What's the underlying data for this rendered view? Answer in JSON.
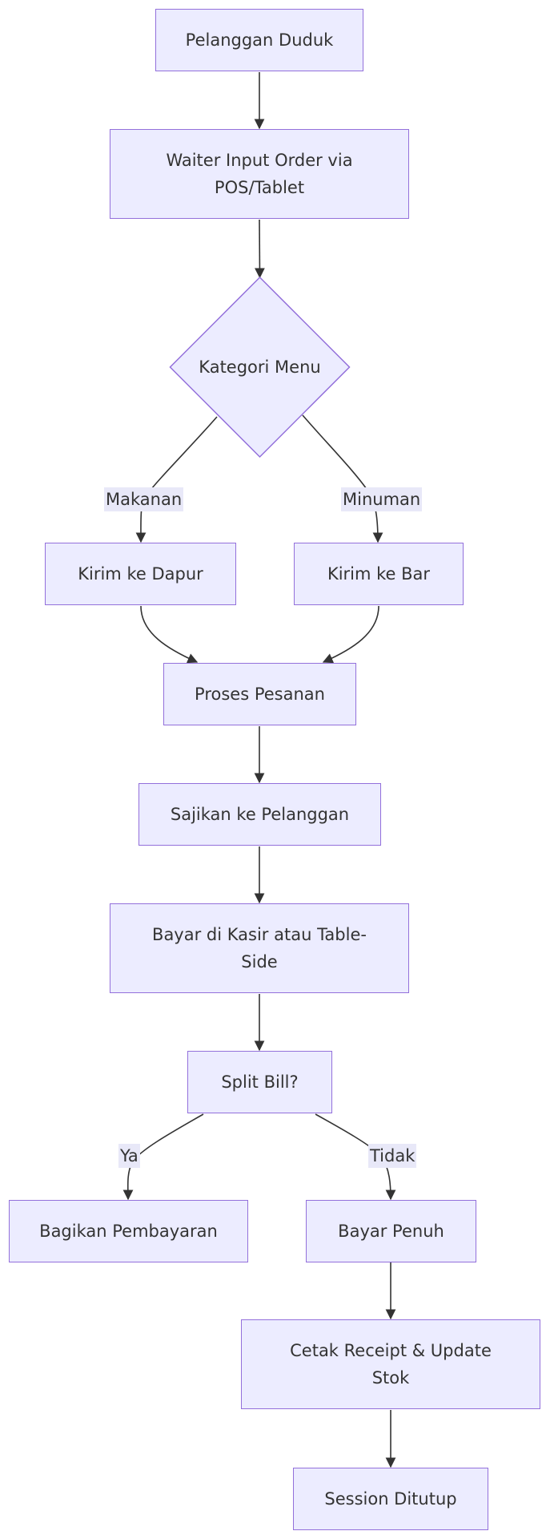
{
  "nodes": {
    "pelanggan_duduk": "Pelanggan Duduk",
    "waiter_input": "Waiter Input Order via POS/Tablet",
    "kategori_menu": "Kategori Menu",
    "kirim_dapur": "Kirim ke Dapur",
    "kirim_bar": "Kirim ke Bar",
    "proses_pesanan": "Proses Pesanan",
    "sajikan": "Sajikan ke Pelanggan",
    "bayar": "Bayar di Kasir atau Table-Side",
    "split_bill": "Split Bill?",
    "bagikan": "Bagikan Pembayaran",
    "bayar_penuh": "Bayar Penuh",
    "cetak_receipt": "Cetak Receipt & Update Stok",
    "session_ditutup": "Session Ditutup"
  },
  "edge_labels": {
    "makanan": "Makanan",
    "minuman": "Minuman",
    "ya": "Ya",
    "tidak": "Tidak"
  },
  "colors": {
    "node_fill": "#ececff",
    "node_stroke": "#9370db",
    "edge": "#333333",
    "label_bg": "#e8e8f8"
  }
}
